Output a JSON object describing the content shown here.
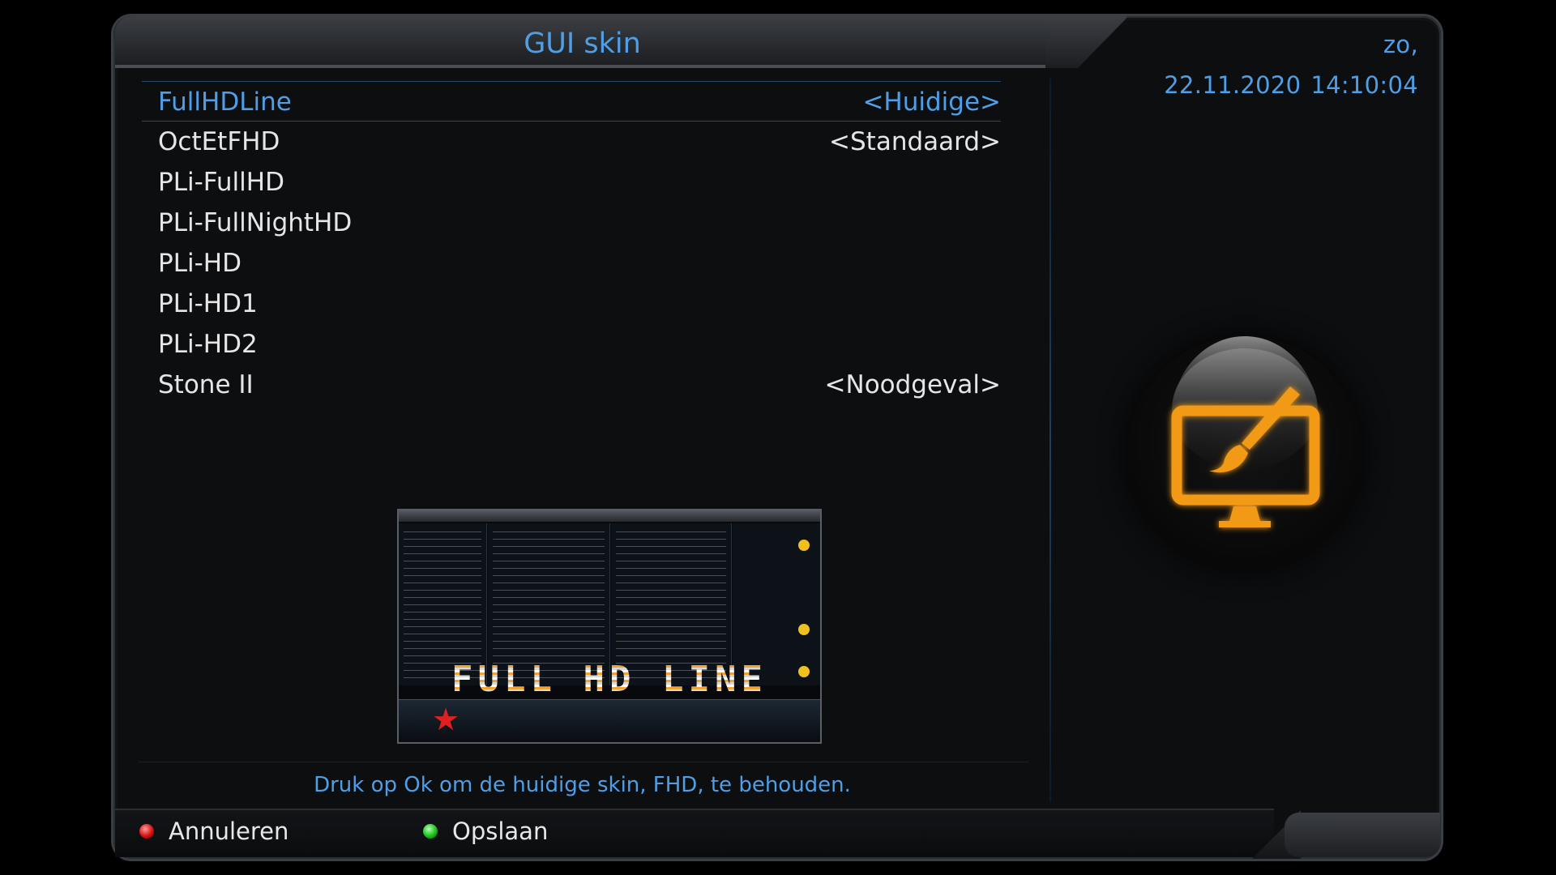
{
  "header": {
    "title": "GUI skin",
    "date": "zo, 22.11.2020",
    "time": "14:10:04"
  },
  "skins": [
    {
      "name": "FullHDLine",
      "tag": "<Huidige>",
      "selected": true
    },
    {
      "name": "OctEtFHD",
      "tag": "<Standaard>"
    },
    {
      "name": "PLi-FullHD",
      "tag": ""
    },
    {
      "name": "PLi-FullNightHD",
      "tag": ""
    },
    {
      "name": "PLi-HD",
      "tag": ""
    },
    {
      "name": "PLi-HD1",
      "tag": ""
    },
    {
      "name": "PLi-HD2",
      "tag": ""
    },
    {
      "name": "Stone II",
      "tag": "<Noodgeval>"
    }
  ],
  "preview": {
    "logo_text": "FULL HD LINE"
  },
  "hint": "Druk op Ok om de huidige skin, FHD, te behouden.",
  "buttons": {
    "red_label": "Annuleren",
    "green_label": "Opslaan"
  },
  "colors": {
    "accent": "#4f9ee6",
    "icon_orange": "#f29a12",
    "red_key": "#d61010",
    "green_key": "#19c019"
  },
  "icons": {
    "skin_icon": "monitor-paintbrush-icon"
  }
}
